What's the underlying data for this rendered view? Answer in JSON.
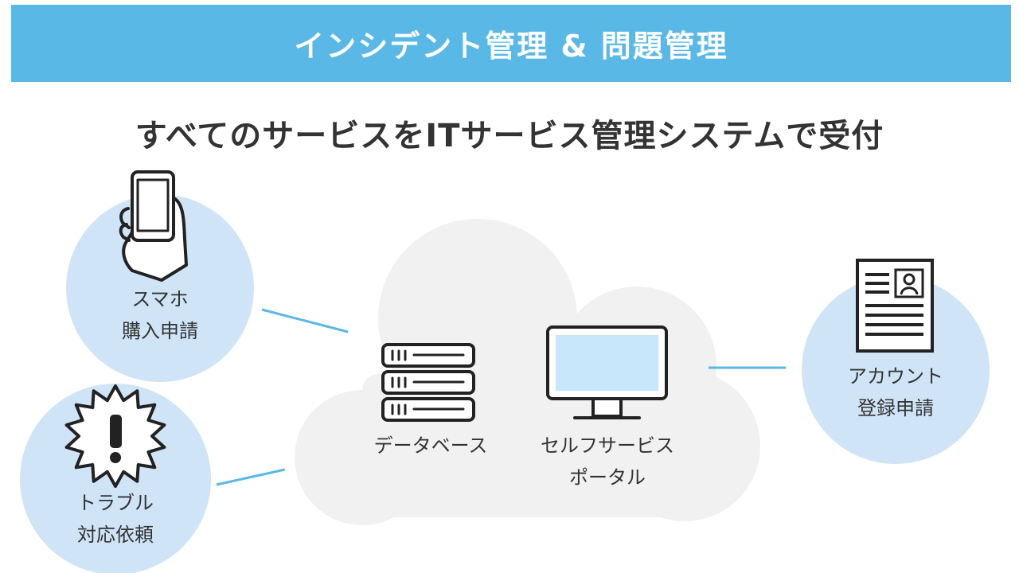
{
  "header": {
    "title": "インシデント管理 & 問題管理"
  },
  "subtitle": "すべてのサービスをITサービス管理システムで受付",
  "nodes": {
    "smartphone_purchase": {
      "line1": "スマホ",
      "line2": "購入申請",
      "icon": "smartphone-hand-icon"
    },
    "trouble_request": {
      "line1": "トラブル",
      "line2": "対応依頼",
      "icon": "alert-burst-icon"
    },
    "account_registration": {
      "line1": "アカウント",
      "line2": "登録申請",
      "icon": "document-profile-icon"
    },
    "database": {
      "label": "データベース",
      "icon": "server-stack-icon"
    },
    "self_service_portal": {
      "line1": "セルフサービス",
      "line2": "ポータル",
      "icon": "monitor-icon"
    }
  },
  "colors": {
    "header_bg": "#5ab8e6",
    "circle_fill": "#cfe4f6",
    "cloud_fill": "#f1f1f1",
    "connector": "#5ab8e6",
    "screen_fill": "#c9e7fa"
  }
}
